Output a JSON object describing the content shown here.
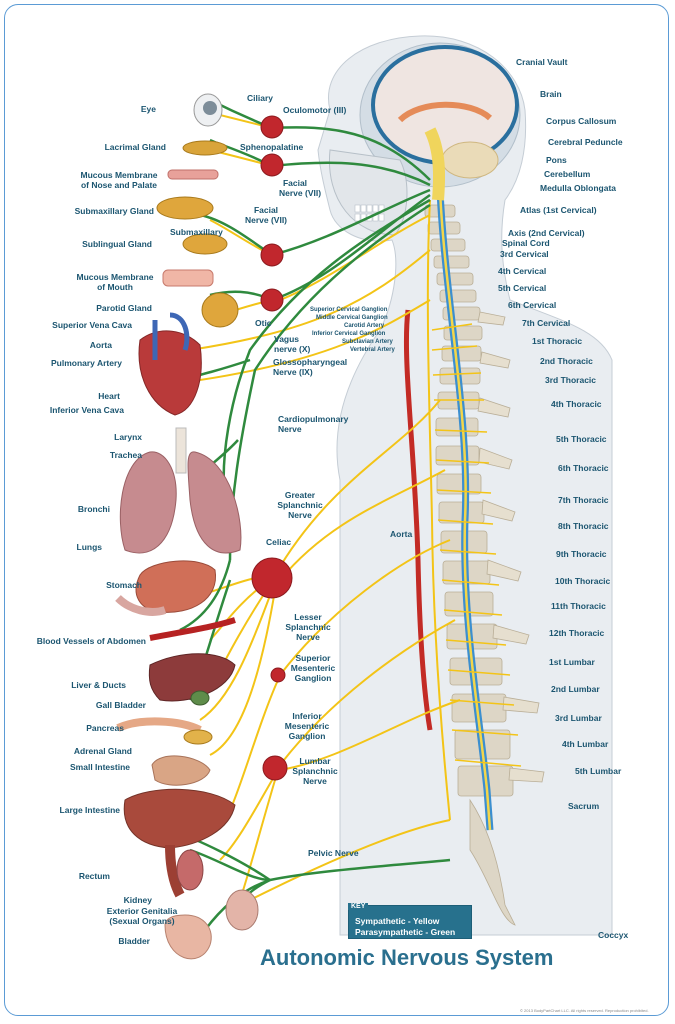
{
  "title": "Autonomic Nervous System",
  "key": {
    "heading": "KEY",
    "sympathetic": "Sympathetic - Yellow",
    "parasympathetic": "Parasympathetic - Green"
  },
  "colors": {
    "sympathetic": "#f3c417",
    "parasympathetic": "#2f8a3e",
    "label": "#1b5570",
    "frame": "#5b9bd5"
  },
  "copyright": "© 2013 BodyPartChart LLC. All rights reserved. Reproduction prohibited.",
  "labels": {
    "left": {
      "eye": "Eye",
      "ciliary": "Ciliary",
      "oculomotor": "Oculomotor (III)",
      "lacrimal_gland": "Lacrimal Gland",
      "sphenopalatine": "Sphenopalatine",
      "mucous_nose_1": "Mucous Membrane",
      "mucous_nose_2": "of Nose and Palate",
      "facial_nerve_1a": "Facial",
      "facial_nerve_1b": "Nerve (VII)",
      "submaxillary_gland": "Submaxillary Gland",
      "facial_nerve_2a": "Facial",
      "facial_nerve_2b": "Nerve (VII)",
      "submaxillary": "Submaxillary",
      "sublingual_gland": "Sublingual Gland",
      "mucous_mouth_1": "Mucous Membrane",
      "mucous_mouth_2": "of Mouth",
      "parotid_gland": "Parotid Gland",
      "otic": "Otic",
      "superior_vena_cava": "Superior Vena Cava",
      "aorta_left": "Aorta",
      "vagus_1": "Vagus",
      "vagus_2": "nerve (X)",
      "pulmonary_artery": "Pulmonary Artery",
      "glosso_1": "Glossopharyngeal",
      "glosso_2": "Nerve (IX)",
      "heart": "Heart",
      "inferior_vena_cava": "Inferior Vena Cava",
      "cardio_1": "Cardiopulmonary",
      "cardio_2": "Nerve",
      "larynx": "Larynx",
      "trachea": "Trachea",
      "bronchi": "Bronchi",
      "greater_1": "Greater",
      "greater_2": "Splanchnic",
      "greater_3": "Nerve",
      "celiac": "Celiac",
      "lungs": "Lungs",
      "aorta_spine": "Aorta",
      "stomach": "Stomach",
      "lesser_1": "Lesser",
      "lesser_2": "Splanchnic",
      "lesser_3": "Nerve",
      "blood_vessels": "Blood Vessels of Abdomen",
      "sup_mes_1": "Superior",
      "sup_mes_2": "Mesenteric",
      "sup_mes_3": "Ganglion",
      "liver": "Liver & Ducts",
      "gall": "Gall Bladder",
      "inf_mes_1": "Inferior",
      "inf_mes_2": "Mesenteric",
      "inf_mes_3": "Ganglion",
      "pancreas": "Pancreas",
      "adrenal": "Adrenal Gland",
      "small_int": "Small Intestine",
      "lumbar_spl_1": "Lumbar",
      "lumbar_spl_2": "Splanchnic",
      "lumbar_spl_3": "Nerve",
      "large_int": "Large Intestine",
      "pelvic": "Pelvic Nerve",
      "rectum": "Rectum",
      "kidney": "Kidney",
      "genitalia_1": "Exterior Genitalia",
      "genitalia_2": "(Sexual Organs)",
      "bladder": "Bladder"
    },
    "ganglia": {
      "superior_cervical": "Superior Cervical Ganglion",
      "middle_cervical": "Middle Cervical Ganglion",
      "carotid": "Carotid Artery",
      "inferior_cervical": "Inferior Cervical Ganglion",
      "subclavian": "Subclavian Artery",
      "vertebral": "Vertebral Artery"
    },
    "right": {
      "cranial_vault": "Cranial Vault",
      "brain": "Brain",
      "corpus_callosum": "Corpus Callosum",
      "cerebral_peduncle": "Cerebral Peduncle",
      "pons": "Pons",
      "cerebellum": "Cerebellum",
      "medulla": "Medulla Oblongata",
      "atlas": "Atlas (1st Cervical)",
      "axis": "Axis (2nd Cervical)",
      "spinal_cord": "Spinal Cord",
      "c3": "3rd Cervical",
      "c4": "4th Cervical",
      "c5": "5th Cervical",
      "c6": "6th Cervical",
      "c7": "7th Cervical",
      "t1": "1st Thoracic",
      "t2": "2nd Thoracic",
      "t3": "3rd Thoracic",
      "t4": "4th Thoracic",
      "t5": "5th Thoracic",
      "t6": "6th Thoracic",
      "t7": "7th Thoracic",
      "t8": "8th Thoracic",
      "t9": "9th Thoracic",
      "t10": "10th Thoracic",
      "t11": "11th Thoracic",
      "t12": "12th Thoracic",
      "l1": "1st Lumbar",
      "l2": "2nd Lumbar",
      "l3": "3rd Lumbar",
      "l4": "4th Lumbar",
      "l5": "5th Lumbar",
      "sacrum": "Sacrum",
      "coccyx": "Coccyx"
    }
  }
}
